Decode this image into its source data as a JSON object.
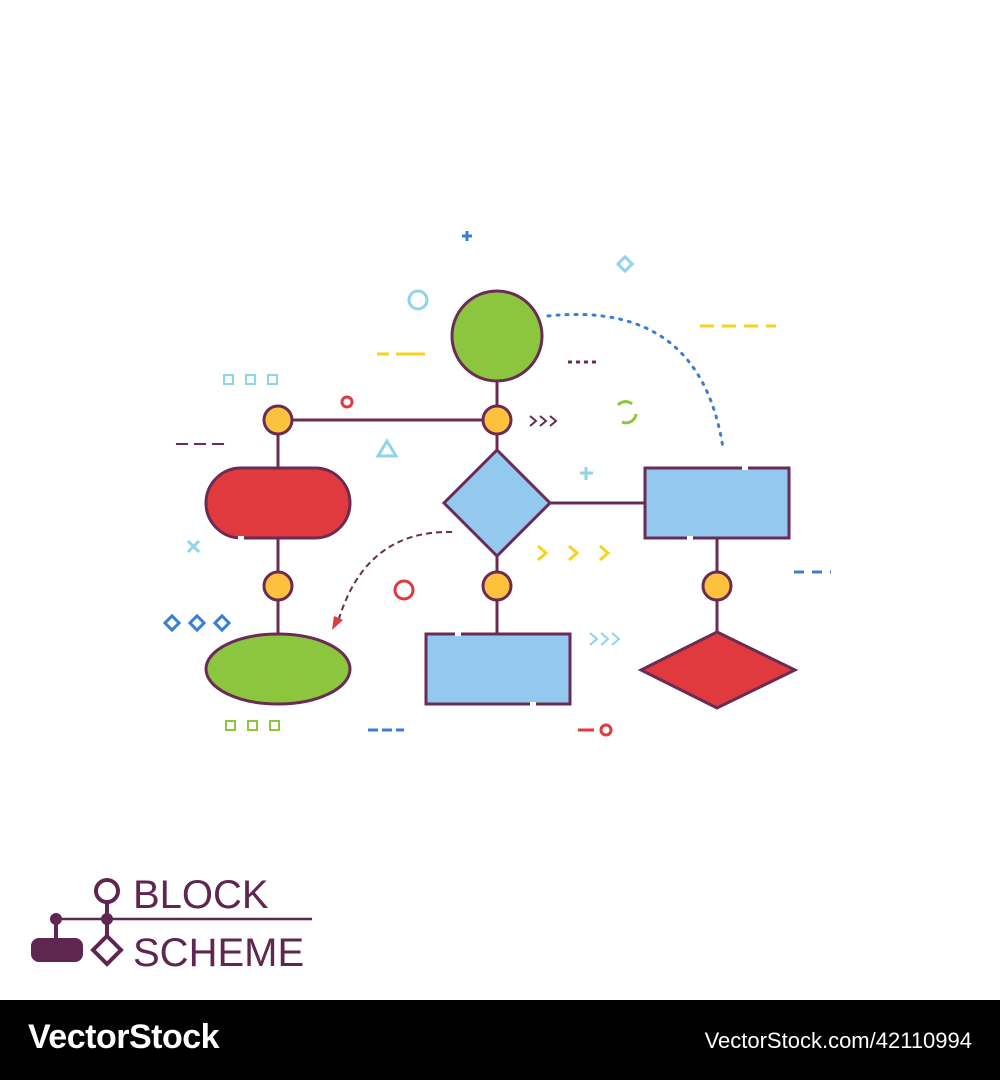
{
  "title": {
    "line1": "BLOCK",
    "line2": "SCHEME"
  },
  "footer": {
    "brand": "VectorStock",
    "image_id": "VectorStock.com/42110994"
  },
  "colors": {
    "outline": "#6a2b55",
    "green": "#8cc63f",
    "red": "#e03a3e",
    "blue": "#94c9ef",
    "connector": "#fcc23e",
    "accent_blue": "#3b7fd4",
    "accent_yellow": "#f7d21e",
    "accent_cyan": "#8fd4e8",
    "footer_bg": "#000000"
  },
  "diagram": {
    "nodes": [
      {
        "id": "start",
        "shape": "circle",
        "color": "green"
      },
      {
        "id": "process-left",
        "shape": "terminator",
        "color": "red"
      },
      {
        "id": "end-left",
        "shape": "ellipse",
        "color": "green"
      },
      {
        "id": "decision-center",
        "shape": "diamond",
        "color": "blue"
      },
      {
        "id": "process-center",
        "shape": "rectangle",
        "color": "blue"
      },
      {
        "id": "process-right",
        "shape": "rectangle",
        "color": "blue"
      },
      {
        "id": "decision-right",
        "shape": "diamond",
        "color": "red"
      }
    ],
    "icons": [
      "block-scheme-logo-icon"
    ]
  }
}
